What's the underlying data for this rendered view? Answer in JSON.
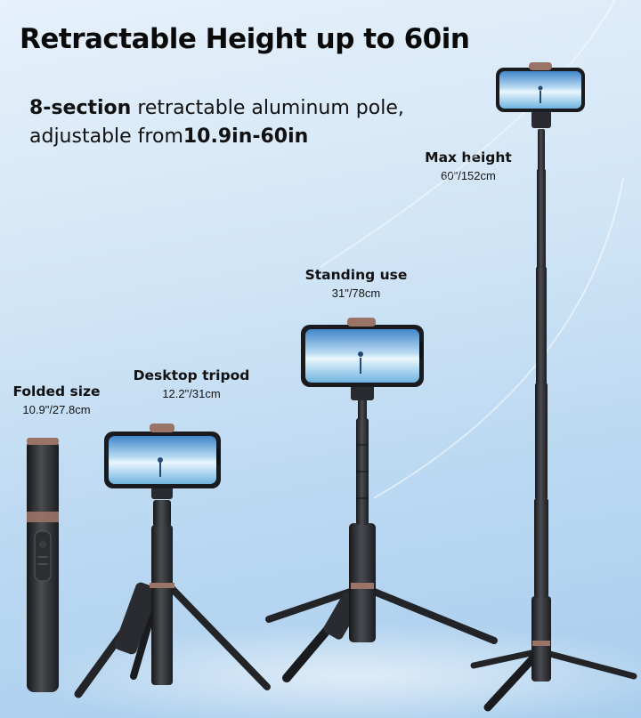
{
  "headline": "Retractable Height up to 60in",
  "subline": {
    "lead_bold": "8-section",
    "text_1": " retractable aluminum pole,",
    "text_2": "adjustable from",
    "range_bold": "10.9in-60in"
  },
  "labels": {
    "max": {
      "title": "Max height",
      "value": "60\"/152cm"
    },
    "standing": {
      "title": "Standing use",
      "value": "31\"/78cm"
    },
    "desktop": {
      "title": "Desktop tripod",
      "value": "12.2\"/31cm"
    },
    "folded": {
      "title": "Folded size",
      "value": "10.9\"/27.8cm"
    }
  },
  "colors": {
    "pole": "#26272b",
    "pole_highlight": "#4a4c52",
    "accent": "#9a7466",
    "sea": "#6fb3e0"
  }
}
